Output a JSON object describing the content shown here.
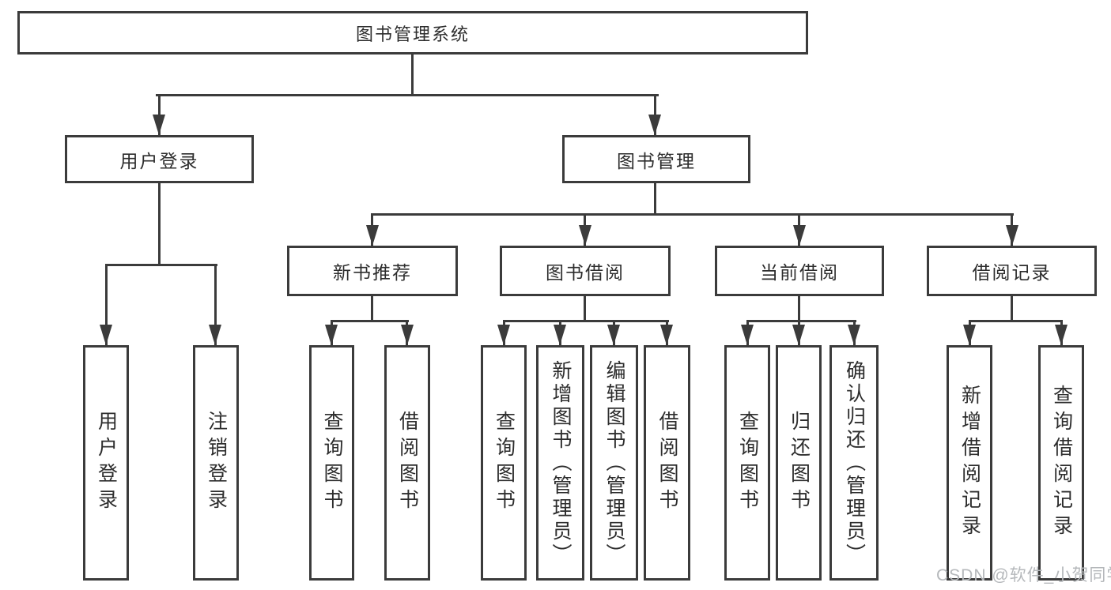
{
  "diagram": {
    "root": {
      "label": "图书管理系统"
    },
    "level1": [
      {
        "label": "用户登录"
      },
      {
        "label": "图书管理"
      }
    ],
    "level2": [
      {
        "label": "新书推荐"
      },
      {
        "label": "图书借阅"
      },
      {
        "label": "当前借阅"
      },
      {
        "label": "借阅记录"
      }
    ],
    "leaves": {
      "user_login": [
        "用户登录",
        "注销登录"
      ],
      "new_books": [
        "查询图书",
        "借阅图书"
      ],
      "book_borrow": [
        "查询图书",
        "新增图书（管理员）",
        "编辑图书（管理员）",
        "借阅图书"
      ],
      "current_borrow": [
        "查询图书",
        "归还图书",
        "确认归还（管理员）"
      ],
      "borrow_records": [
        "新增借阅记录",
        "查询借阅记录"
      ]
    }
  },
  "watermark": {
    "text": "CSDN @软件_小贺同学"
  },
  "colors": {
    "line": "#3b3b3b",
    "box_border": "#3b3b3b",
    "box_fill": "#ffffff",
    "text": "#2d2d2d",
    "watermark": "#b5b8bb",
    "background": "#ffffff"
  }
}
